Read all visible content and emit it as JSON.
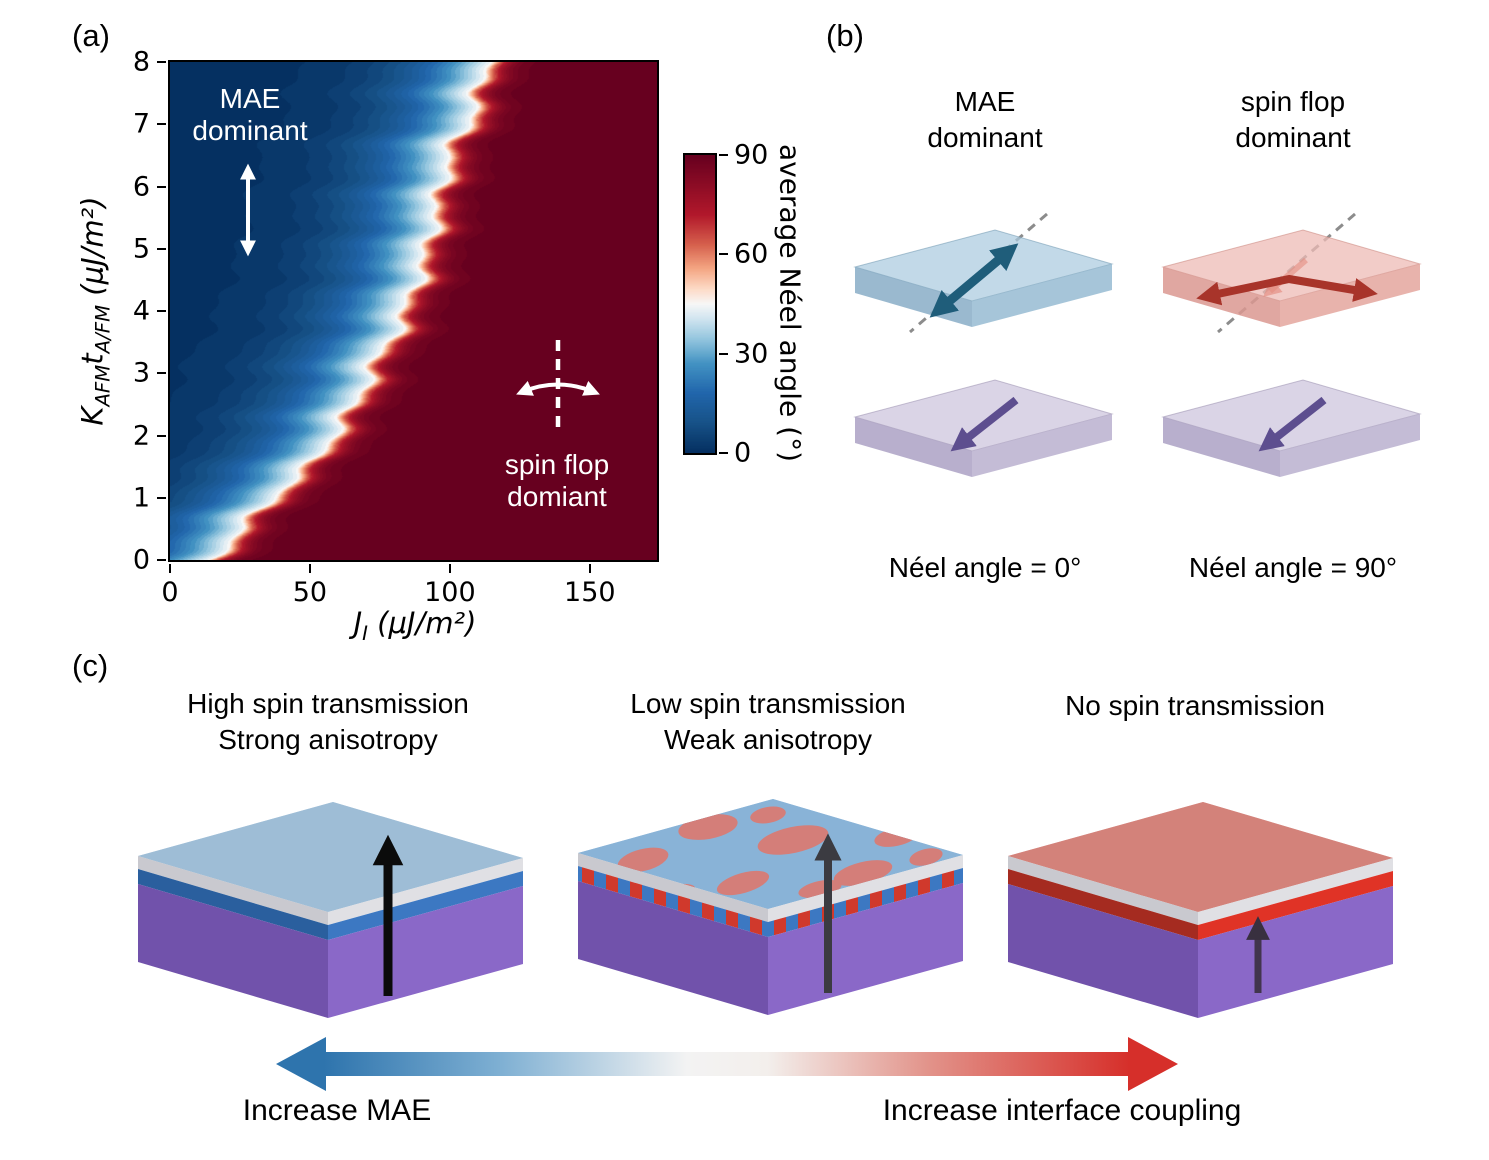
{
  "panels": {
    "a": "(a)",
    "b": "(b)",
    "c": "(c)"
  },
  "colors": {
    "heatmap_dark_blue": "#053061",
    "heatmap_dark_red": "#67001f",
    "annotation_white": "#ffffff",
    "teal_arrow": "#1f5d7a",
    "red_arrow": "#a8342a",
    "purple_arrow": "#5d4e8f",
    "arrow_black": "#0b0b0b",
    "slab_blue": "#2e6db4",
    "slab_red": "#df3326",
    "slab_purple": "#8a68c8",
    "cap_gray": "#d9d9dd",
    "gradient_arrow_left": "#2e74ad",
    "gradient_arrow_right": "#d62f2a"
  },
  "panel_a": {
    "mae_annotation": {
      "line1": "MAE",
      "line2": "dominant"
    },
    "spinflop_annotation": {
      "line1": "spin flop",
      "line2": "domiant"
    },
    "xlabel": {
      "symbol": "J",
      "sub": "I",
      "units": "(μJ/m²)"
    },
    "ylabel": {
      "k": "K",
      "k_sub": "AFM",
      "t": "t",
      "t_sub": "A/FM",
      "units": "(μJ/m²)"
    },
    "colorbar_label": "average Néel angle (°)"
  },
  "chart_data": {
    "type": "heatmap",
    "title": "",
    "x": {
      "label": "J_I (μJ/m²)",
      "range": [
        0,
        174
      ],
      "ticks": [
        0,
        50,
        100,
        150
      ]
    },
    "y": {
      "label": "K_AFM t_A/FM (μJ/m²)",
      "range": [
        0,
        8
      ],
      "ticks": [
        0,
        1,
        2,
        3,
        4,
        5,
        6,
        7,
        8
      ]
    },
    "z": {
      "label": "average Néel angle (°)",
      "range": [
        0,
        90
      ],
      "colorbar_ticks": [
        0,
        30,
        60,
        90
      ]
    },
    "colormap": "RdBu_r",
    "colormap_stops": [
      [
        0.0,
        "#053061"
      ],
      [
        0.1,
        "#175288"
      ],
      [
        0.2,
        "#2166ac"
      ],
      [
        0.3,
        "#4393c3"
      ],
      [
        0.38,
        "#92c5de"
      ],
      [
        0.45,
        "#d1e5f0"
      ],
      [
        0.5,
        "#f7f7f7"
      ],
      [
        0.55,
        "#fddbc7"
      ],
      [
        0.62,
        "#f4a582"
      ],
      [
        0.7,
        "#d6604d"
      ],
      [
        0.8,
        "#b2182b"
      ],
      [
        1.0,
        "#67001f"
      ]
    ],
    "phase_boundary": {
      "description": "J value (μJ/m²) of the Néel-angle = 45° transition versus K_AFM·t_A/FM (μJ/m²)",
      "points_K_J": [
        [
          0,
          14
        ],
        [
          0.5,
          26
        ],
        [
          1,
          36
        ],
        [
          1.5,
          50
        ],
        [
          2,
          58
        ],
        [
          2.5,
          66
        ],
        [
          3,
          71
        ],
        [
          3.5,
          78
        ],
        [
          4,
          84
        ],
        [
          4.5,
          88
        ],
        [
          5,
          92
        ],
        [
          5.5,
          94
        ],
        [
          6,
          97
        ],
        [
          6.5,
          99
        ],
        [
          7,
          106
        ],
        [
          7.5,
          110
        ],
        [
          8,
          113
        ]
      ]
    },
    "transition_width": {
      "blue_side": 30,
      "red_side": 7
    },
    "regions": [
      {
        "name": "MAE dominant",
        "neel_angle": 0,
        "location": "upper left"
      },
      {
        "name": "spin flop dominant",
        "neel_angle": 90,
        "location": "lower right"
      }
    ]
  },
  "panel_b": {
    "left": {
      "title_line1": "MAE",
      "title_line2": "dominant",
      "caption": "Néel angle = 0°"
    },
    "right": {
      "title_line1": "spin flop",
      "title_line2": "dominant",
      "caption": "Néel angle = 90°"
    }
  },
  "panel_c": {
    "slab1": {
      "title_line1": "High spin transmission",
      "title_line2": "Strong anisotropy"
    },
    "slab2": {
      "title_line1": "Low spin transmission",
      "title_line2": "Weak anisotropy"
    },
    "slab3": {
      "title_line1": "No spin transmission"
    },
    "axis_left_label": "Increase MAE",
    "axis_right_label": "Increase interface coupling"
  }
}
